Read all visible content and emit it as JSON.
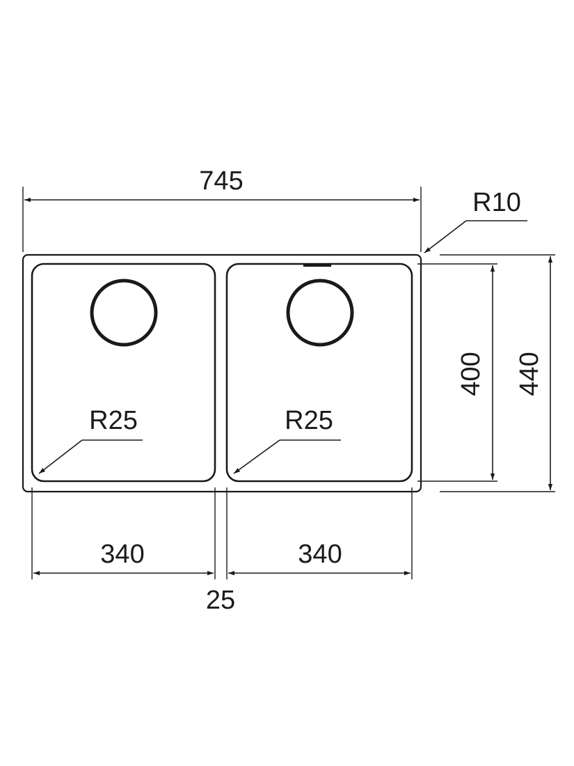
{
  "dimensions": {
    "overall_width": "745",
    "corner_radius_outer": "R10",
    "bowl_depth": "400",
    "overall_depth": "440",
    "left_bowl_radius": "R25",
    "right_bowl_radius": "R25",
    "left_bowl_width": "340",
    "right_bowl_width": "340",
    "divider_width": "25"
  },
  "colors": {
    "line": "#1a1a1a",
    "background": "#ffffff"
  }
}
